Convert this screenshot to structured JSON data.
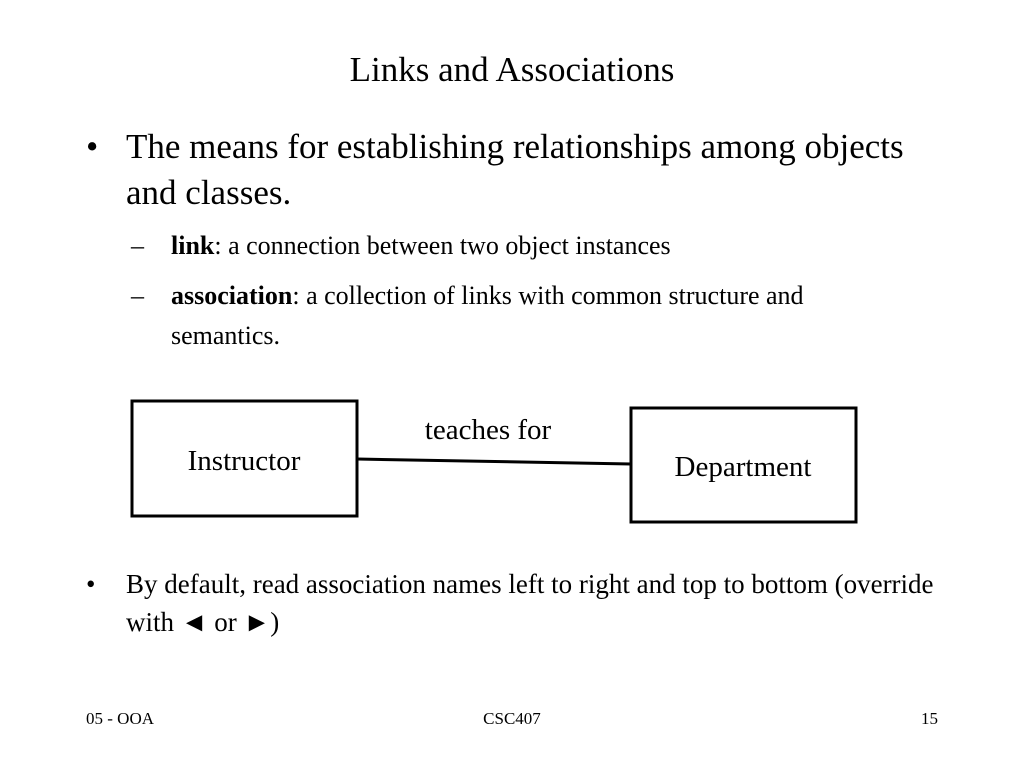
{
  "slide": {
    "title": "Links and Associations",
    "bullets": [
      {
        "text": "The means for establishing relationships among objects and classes.",
        "subitems": [
          {
            "term": "link",
            "definition": ": a connection between two object instances"
          },
          {
            "term": "association",
            "definition": ": a collection of links with common structure and semantics."
          }
        ]
      },
      {
        "text": "By default, read association names left to right and top to bottom (override with ◄ or ►)"
      }
    ],
    "bullet_marker": "•",
    "sub_marker": "–"
  },
  "diagram": {
    "left_class": "Instructor",
    "right_class": "Department",
    "association_name": "teaches for"
  },
  "footer": {
    "left": "05 - OOA",
    "center": "CSC407",
    "right": "15"
  }
}
